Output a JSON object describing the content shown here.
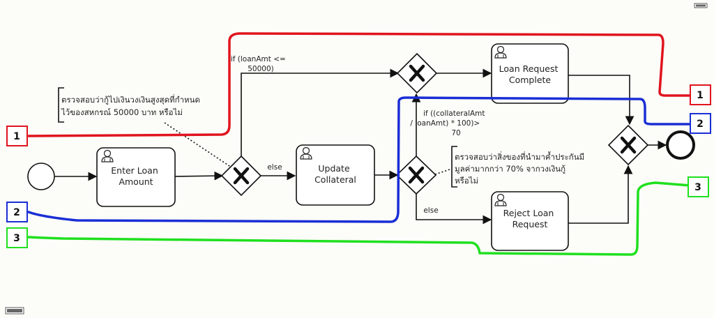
{
  "diagram": {
    "tasks": {
      "enter_loan": [
        "Enter Loan",
        "Amount"
      ],
      "update_collateral": [
        "Update",
        "Collateral"
      ],
      "loan_complete": [
        "Loan Request",
        "Complete"
      ],
      "reject_loan": [
        "Reject Loan",
        "Request"
      ]
    },
    "flows": {
      "if_loan_amt": [
        "if (loanAmt <=",
        "50000)"
      ],
      "else_1": "else",
      "if_collateral": [
        "if ((collateralAmt",
        "/ loanAmt) * 100)>",
        "70"
      ],
      "else_2": "else"
    },
    "annotations": {
      "note_1": [
        "ตรวจสอบว่ากู้ไปเงินวงเงินสูงสุดที่กำหนด",
        "ไว้ของสหกรณ์ 50000 บาท หรือไม่"
      ],
      "note_2": [
        "ตรวจสอบว่าสิ่งของที่นำมาค้ำประกันมี",
        "มูลค่ามากกว่า 70% จากวงเงินกู้",
        "หรือไม่"
      ]
    },
    "paths": [
      {
        "label": "1",
        "color": "#e0141e"
      },
      {
        "label": "2",
        "color": "#1a2ed6"
      },
      {
        "label": "3",
        "color": "#1fe01f"
      }
    ]
  }
}
